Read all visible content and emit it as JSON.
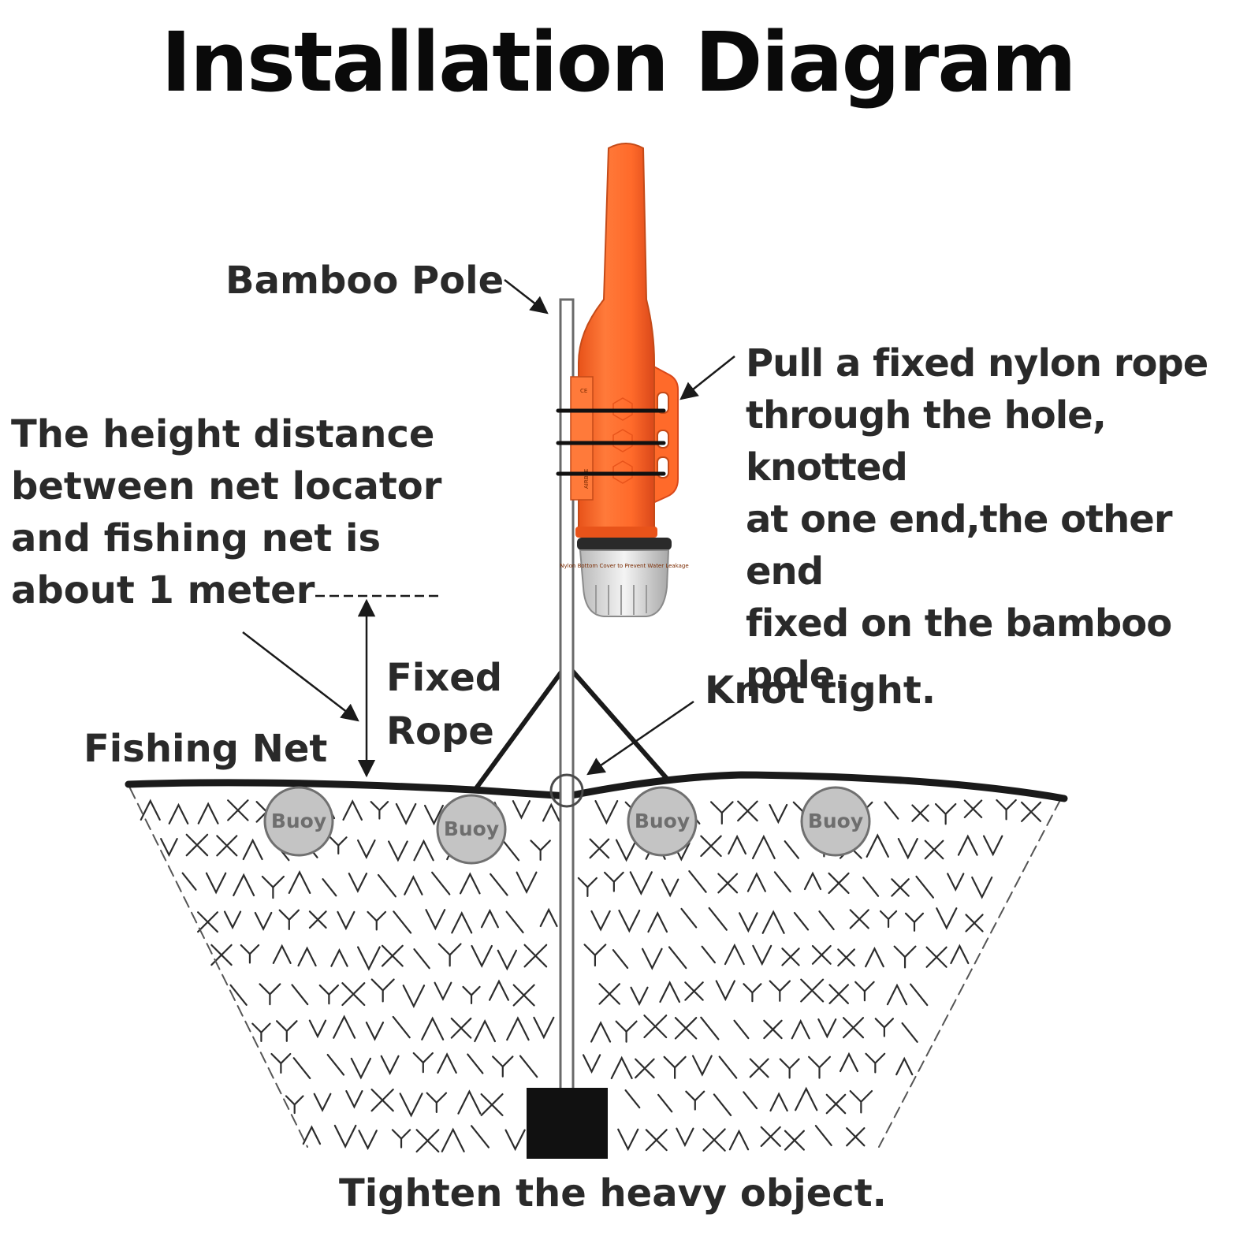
{
  "title": "Installation Diagram",
  "labels": {
    "bamboo_pole": "Bamboo Pole",
    "nylon_rope": "Pull a fixed nylon rope\nthrough the hole, knotted\nat one end,the other end\nfixed on the bamboo pole.",
    "height_distance": "The height distance\nbetween net locator\nand fishing net is\nabout 1 meter",
    "fixed_rope": "Fixed\nRope",
    "knot_tight": "Knot tight.",
    "fishing_net": "Fishing Net",
    "heavy_object": "Tighten the heavy object."
  },
  "buoys": [
    {
      "label": "Buoy"
    },
    {
      "label": "Buoy"
    },
    {
      "label": "Buoy"
    },
    {
      "label": "Buoy"
    }
  ],
  "device": {
    "brand": "AIRBEE",
    "ce_mark": "CE",
    "cap_text": "Nylon Bottom Cover to Prevent Water Leakage",
    "colors": {
      "body": "#ff6a2a",
      "shade": "#e8531a",
      "rope": "#1a1a1a",
      "net": "#2c2c2c",
      "buoy": "#c4c4c4",
      "weight": "#111111"
    }
  }
}
